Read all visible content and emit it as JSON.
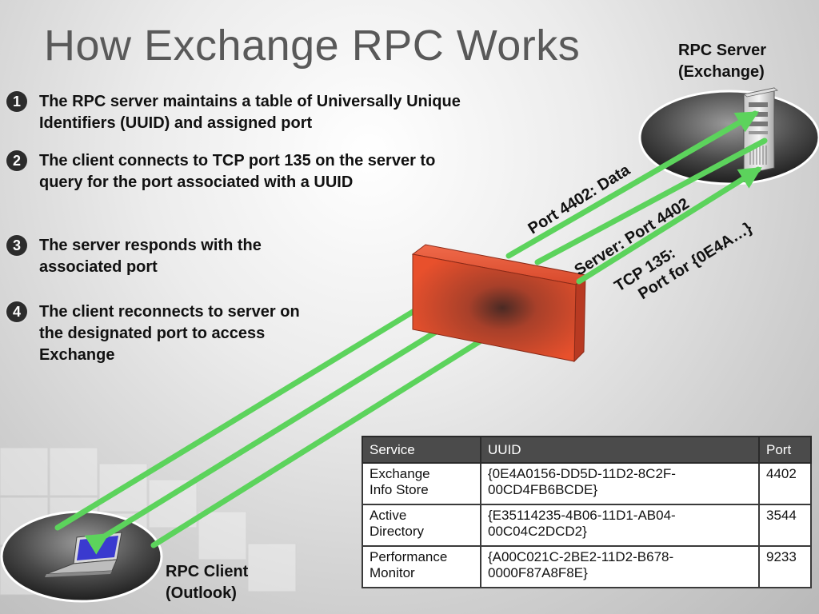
{
  "title": "How Exchange RPC Works",
  "steps": [
    {
      "num": "1",
      "text": "The RPC server maintains a table of Universally Unique Identifiers (UUID) and assigned port"
    },
    {
      "num": "2",
      "text": "The client connects to TCP port 135 on the server to query for the port associated with a UUID"
    },
    {
      "num": "3",
      "text": "The server responds with the associated port"
    },
    {
      "num": "4",
      "text": "The client reconnects to server on the designated port to access Exchange"
    }
  ],
  "server_label": {
    "line1": "RPC Server",
    "line2": "(Exchange)"
  },
  "client_label": {
    "line1": "RPC Client",
    "line2": "(Outlook)"
  },
  "arrow_labels": {
    "data": "Port 4402: Data",
    "server_port": "Server: Port 4402",
    "tcp_line1": "TCP 135:",
    "tcp_line2": "Port for {0E4A…}"
  },
  "table": {
    "headers": [
      "Service",
      "UUID",
      "Port"
    ],
    "rows": [
      {
        "service": [
          "Exchange",
          "Info Store"
        ],
        "uuid": [
          "{0E4A0156-DD5D-11D2-8C2F-",
          "00CD4FB6BCDE}"
        ],
        "port": "4402"
      },
      {
        "service": [
          "Active",
          "Directory"
        ],
        "uuid": [
          "{E35114235-4B06-11D1-AB04-",
          "00C04C2DCD2}"
        ],
        "port": "3544"
      },
      {
        "service": [
          "Performance",
          "Monitor"
        ],
        "uuid": [
          "{A00C021C-2BE2-11D2-B678-",
          "0000F87A8F8E}"
        ],
        "port": "9233"
      }
    ]
  },
  "colors": {
    "arrow": "#5cd35c",
    "firewall": "#e0472a",
    "title": "#595959",
    "table_header": "#4b4b4b"
  }
}
